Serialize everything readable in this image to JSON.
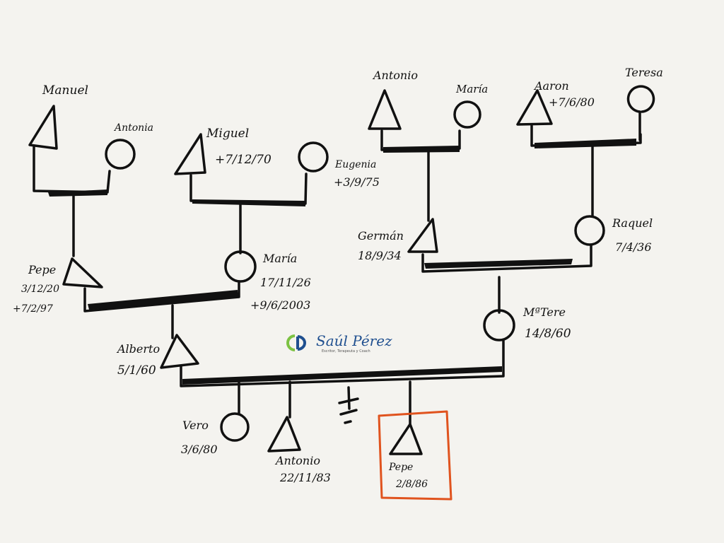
{
  "people": {
    "manuel": {
      "name": "Manuel"
    },
    "antonia": {
      "name": "Antonia"
    },
    "miguel": {
      "name": "Miguel",
      "death": "+7/12/70"
    },
    "eugenia": {
      "name": "Eugenia",
      "death": "+3/9/75"
    },
    "antonio_gp": {
      "name": "Antonio"
    },
    "maria_gp": {
      "name": "María"
    },
    "aaron": {
      "name": "Aaron",
      "death": "+7/6/80"
    },
    "teresa": {
      "name": "Teresa"
    },
    "pepe_father": {
      "name": "Pepe",
      "birth": "3/12/20",
      "death": "+7/2/97"
    },
    "maria_mother": {
      "name": "María",
      "birth": "17/11/26",
      "death": "+9/6/2003"
    },
    "german": {
      "name": "Germán",
      "birth": "18/9/34"
    },
    "raquel": {
      "name": "Raquel",
      "birth": "7/4/36"
    },
    "alberto": {
      "name": "Alberto",
      "birth": "5/1/60"
    },
    "mtere": {
      "name": "MªTere",
      "birth": "14/8/60"
    },
    "vero": {
      "name": "Vero",
      "birth": "3/6/80"
    },
    "antonio_son": {
      "name": "Antonio",
      "birth": "22/11/83"
    },
    "pepe_son": {
      "name": "Pepe",
      "birth": "2/8/86"
    }
  },
  "logo": {
    "name": "Saúl Pérez",
    "tagline": "Escritor, Terapeuta y Coach"
  },
  "colors": {
    "ink": "#111111",
    "highlight": "#e0531e",
    "logo_blue": "#1f4f8f",
    "logo_green": "#7cc242",
    "background": "#f4f3ef"
  }
}
